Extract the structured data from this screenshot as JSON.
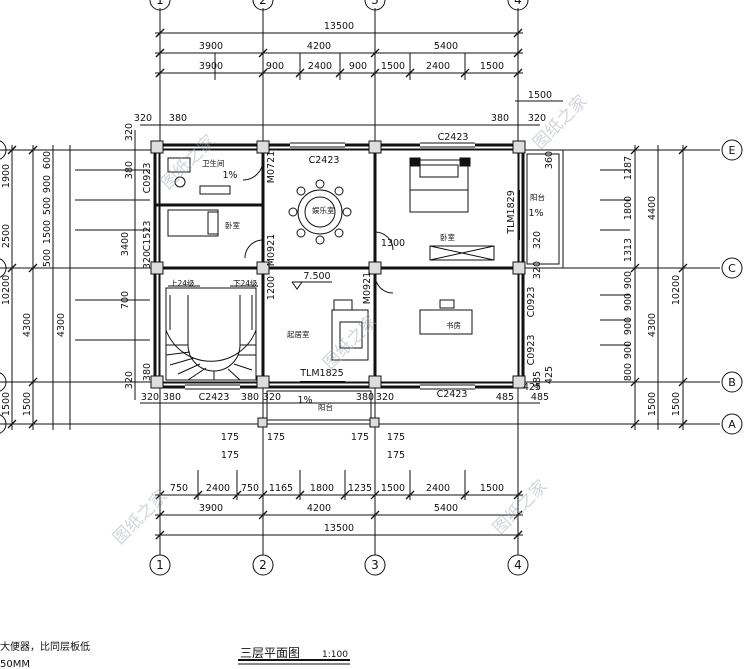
{
  "drawing": {
    "title": "三层平面图",
    "scale": "1:100",
    "note_line1": "大便器，比同层板低",
    "note_line2": "50MM",
    "watermark": "图纸之家"
  },
  "axes": {
    "columns": [
      "1",
      "2",
      "3",
      "4"
    ],
    "rows": [
      "E",
      "C",
      "B",
      "A"
    ]
  },
  "dimensions": {
    "top_total": "13500",
    "top_bays": [
      "3900",
      "4200",
      "5400"
    ],
    "top_detail": [
      "3900",
      "900",
      "2400",
      "900",
      "1500",
      "2400",
      "1500"
    ],
    "top_balcony": "1500",
    "top_small": [
      "320",
      "380",
      "380",
      "320"
    ],
    "bottom_detail": [
      "750",
      "2400",
      "750",
      "1165",
      "1800",
      "1235",
      "1500",
      "2400",
      "1500"
    ],
    "bottom_bays": [
      "3900",
      "4200",
      "5400"
    ],
    "bottom_total": "13500",
    "bottom_small": [
      "320",
      "380",
      "380",
      "320",
      "380",
      "320",
      "485",
      "425",
      "485"
    ],
    "balcony_marks": [
      "175",
      "175",
      "175",
      "175",
      "175",
      "175"
    ],
    "left_outer": [
      "1900",
      "2500",
      "10200",
      "4300",
      "1500"
    ],
    "left_inner": [
      "600",
      "900",
      "500",
      "1500",
      "500",
      "3400",
      "4300",
      "1500"
    ],
    "left_small": [
      "320",
      "380",
      "320",
      "700",
      "320",
      "380"
    ],
    "right_inner": [
      "1287",
      "1800",
      "1313",
      "900",
      "900",
      "900",
      "900",
      "800"
    ],
    "right_outer": [
      "4400",
      "10200",
      "4300",
      "1500"
    ],
    "right_small": [
      "360",
      "320",
      "320",
      "485",
      "425"
    ]
  },
  "rooms": {
    "bathroom": "卫生间",
    "bedroom_small": "卧室",
    "entertainment": "娱乐室",
    "bedroom_large": "卧室",
    "living": "起居室",
    "study": "书房",
    "balcony_right": "阳台",
    "balcony_bottom": "阳台",
    "stair_up": "上24级",
    "stair_down": "下24级"
  },
  "labels": {
    "windows": [
      "C2423",
      "C2423",
      "C2423",
      "C2423",
      "C0923",
      "C1523",
      "C0923",
      "C0923"
    ],
    "doors": [
      "M0721",
      "M0921",
      "M0921",
      "TLM1829",
      "TLM1825"
    ],
    "slope": [
      "1%",
      "1%",
      "1%"
    ],
    "level": "7.500",
    "misc": [
      "1300",
      "1200"
    ]
  }
}
